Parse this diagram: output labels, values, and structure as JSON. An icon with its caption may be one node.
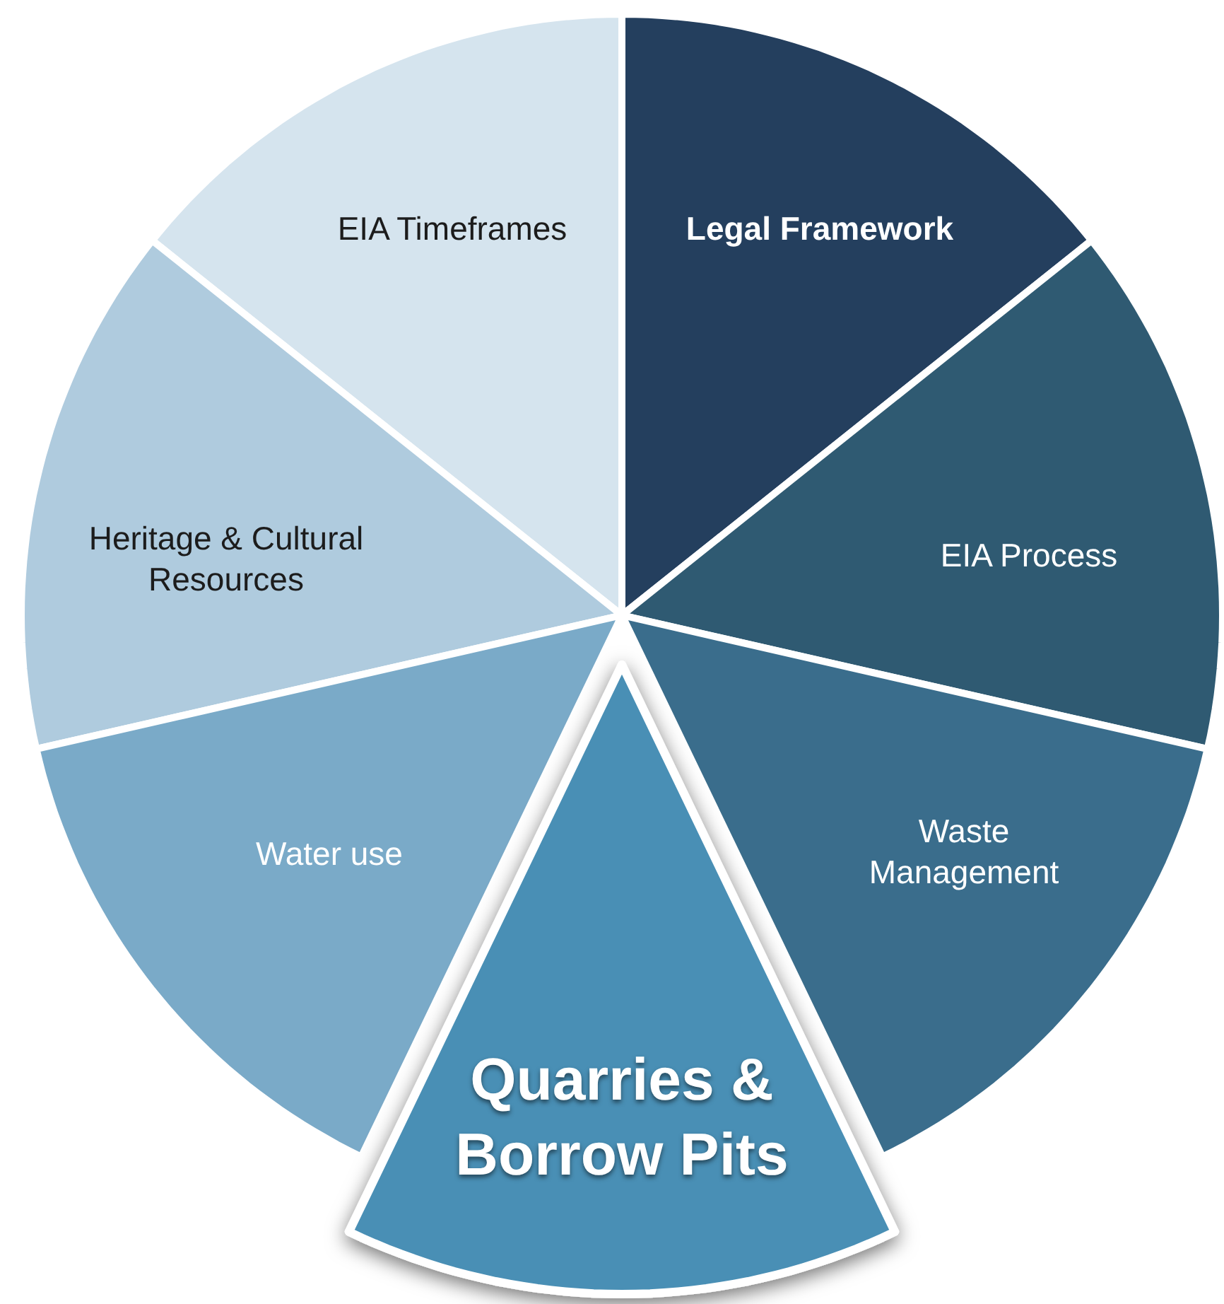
{
  "diagram": {
    "nodes": [
      {
        "text": [
          "EIA Timeframes"
        ]
      },
      {
        "text": [
          "Legal Framework"
        ]
      },
      {
        "text": [
          "Heritage & Cultural Resources"
        ]
      },
      {
        "text": [
          "EIA Process"
        ]
      },
      {
        "text": [
          "Water use"
        ]
      },
      {
        "text": [
          "Waste Management"
        ]
      },
      {
        "text": [
          "Quarries & Borrow Pits"
        ]
      }
    ]
  }
}
